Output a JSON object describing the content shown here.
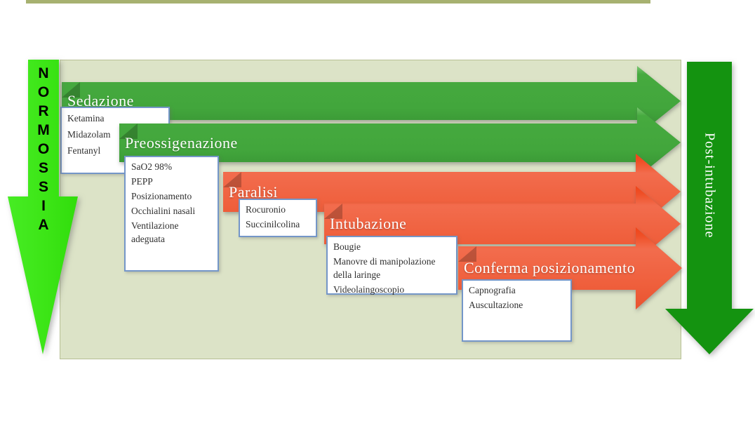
{
  "normossia": {
    "label": "NORMOSSIA",
    "letters": [
      "N",
      "O",
      "R",
      "M",
      "O",
      "S",
      "S",
      "I",
      "A"
    ]
  },
  "post": {
    "label": "Post-intubazione"
  },
  "steps": [
    {
      "label": "Sedazione",
      "items": [
        "Ketamina",
        "Midazolam",
        "Fentanyl"
      ]
    },
    {
      "label": "Preossigenazione",
      "items": [
        "SaO2 98%",
        "PEPP",
        "Posizionamento",
        "Occhialini nasali",
        "Ventilazione adeguata"
      ]
    },
    {
      "label": "Paralisi",
      "items": [
        "Rocuronio",
        "Succinilcolina"
      ]
    },
    {
      "label": "Intubazione",
      "items": [
        "Bougie",
        "Manovre di manipolazione della laringe",
        "Videolaingoscopio"
      ]
    },
    {
      "label": "Conferma posizionamento",
      "items": [
        "Capnografia",
        "Auscultazione"
      ]
    }
  ],
  "colors": {
    "green_arrow": "#42a63c",
    "red_arrow": "#ef5f3c",
    "normossia_green": "#3ce516",
    "post_green": "#149310",
    "panel_bg": "#dce3c7",
    "top_rule": "#a7b170",
    "box_border": "#7496c8"
  }
}
